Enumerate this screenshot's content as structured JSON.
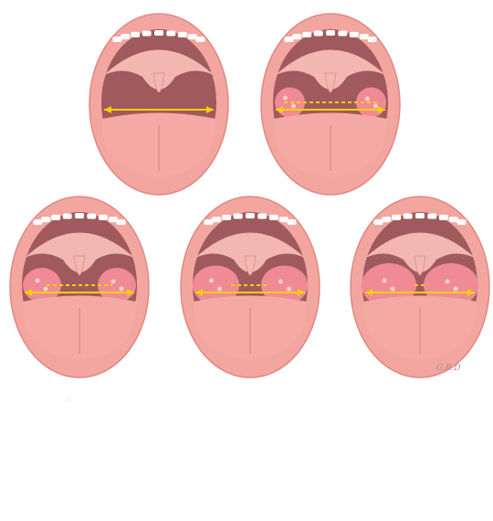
{
  "figure": {
    "panels": [
      {
        "id": "grade-0",
        "tonsil_size": 0.0
      },
      {
        "id": "grade-1",
        "tonsil_size": 0.25
      },
      {
        "id": "grade-2",
        "tonsil_size": 0.5
      },
      {
        "id": "grade-3",
        "tonsil_size": 0.75
      },
      {
        "id": "grade-4",
        "tonsil_size": 1.0
      }
    ],
    "signature": "G.B.D",
    "faint_mark": "A"
  },
  "colors": {
    "lip": "#f2a69f",
    "lip_dark": "#e08882",
    "cavity": "#a05a5e",
    "palate": "#f3b7b1",
    "tongue": "#f4a9a4",
    "tongue_shadow": "#e59590",
    "tonsil": "#f08a94",
    "tonsil_highlight": "#fbd0d3",
    "teeth": "#ffffff",
    "arrow": "#f4d000"
  }
}
